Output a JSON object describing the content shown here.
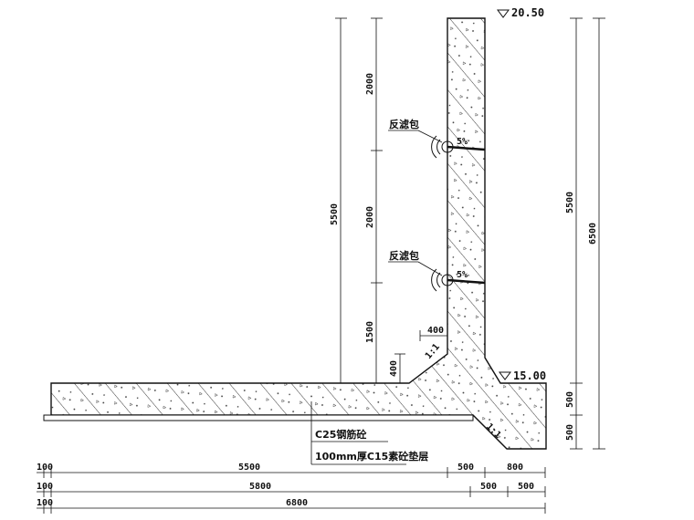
{
  "elevations": {
    "top": "20.50",
    "bottom": "15.00"
  },
  "labels": {
    "filter1": "反滤包",
    "filter2": "反滤包",
    "slope1": "5%",
    "slope2": "5%",
    "haunch_ratio": "1:1",
    "toe_ratio": "1:1",
    "concrete": "C25钢筋砼",
    "cushion": "100mm厚C15素砼垫层"
  },
  "dims": {
    "left_total": "5500",
    "seg_top": "2000",
    "seg_mid": "2000",
    "seg_low": "1500",
    "haunch_h": "400",
    "haunch_w": "400",
    "right_inner": "5500",
    "right_total": "6500",
    "base_500": "500",
    "toe_500": "500",
    "row1": [
      "100",
      "5500",
      "500",
      "800"
    ],
    "row2": [
      "100",
      "5800",
      "500",
      "500"
    ],
    "row3": [
      "100",
      "6800"
    ]
  }
}
